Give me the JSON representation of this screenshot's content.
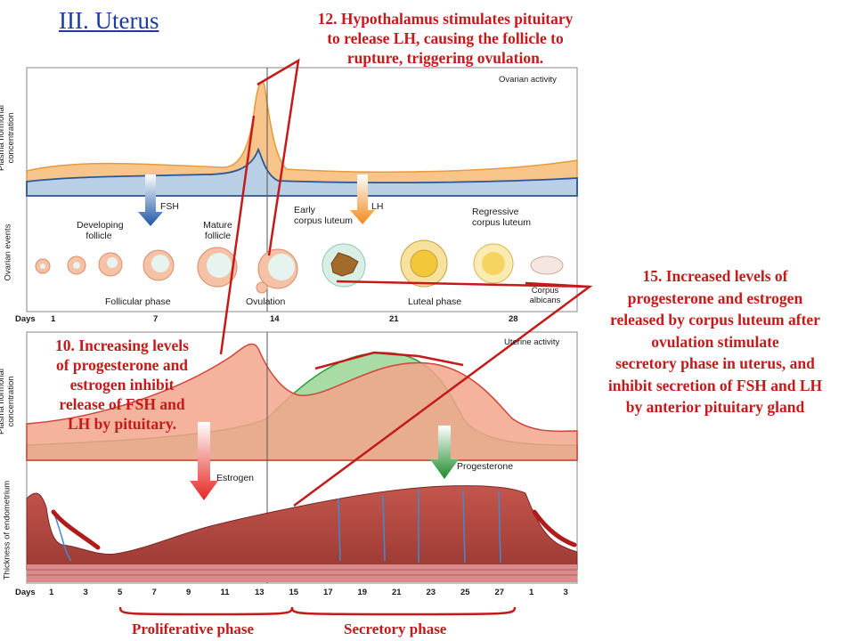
{
  "title": "III.  Uterus",
  "notes": {
    "n12": [
      "12.  Hypothalamus stimulates pituitary",
      "to release LH, causing the follicle to",
      "rupture, triggering ovulation."
    ],
    "n10": [
      "10.  Increasing levels",
      "of progesterone and",
      "estrogen inhibit",
      "release of FSH and",
      "LH by pituitary."
    ],
    "n15": [
      "15.  Increased levels of",
      "progesterone and estrogen",
      "released by corpus luteum after",
      "ovulation stimulate",
      "secretory phase in uterus, and",
      "inhibit secretion of FSH and LH",
      "by anterior pituitary gland"
    ]
  },
  "panels": {
    "ovarian_activity": "Ovarian activity",
    "uterine_activity": "Uterine activity",
    "ylabel_plasma_1": "Plasma hormonal concentration",
    "ylabel_ovarian_events": "Ovarian events",
    "ylabel_plasma_2": "Plasma hormonal concentration",
    "ylabel_thickness": "Thickness of endometrium"
  },
  "hormones": {
    "fsh": "FSH",
    "lh": "LH",
    "estrogen": "Estrogen",
    "progesterone": "Progesterone"
  },
  "ovarian_events": {
    "developing_1": "Developing",
    "developing_2": "follicle",
    "mature_1": "Mature",
    "mature_2": "follicle",
    "early_cl_1": "Early",
    "early_cl_2": "corpus luteum",
    "regressive_cl_1": "Regressive",
    "regressive_cl_2": "corpus luteum",
    "follicular_phase": "Follicular phase",
    "ovulation": "Ovulation",
    "luteal_phase": "Luteal phase",
    "corpus_albicans_1": "Corpus",
    "corpus_albicans_2": "albicans"
  },
  "days_label": "Days",
  "days_top": [
    "1",
    "7",
    "14",
    "21",
    "28"
  ],
  "days_bottom": [
    "1",
    "3",
    "5",
    "7",
    "9",
    "11",
    "13",
    "15",
    "17",
    "19",
    "21",
    "23",
    "25",
    "27",
    "1",
    "3"
  ],
  "phases": {
    "proliferative": "Proliferative phase",
    "secretory": "Secretory phase"
  },
  "colors": {
    "annotation_red": "#c41a1a",
    "title_blue": "#1f3aa8",
    "lh_orange": "#f7c48a",
    "fsh_blue": "#b9cfe6",
    "estrogen_salmon": "#f3a48c",
    "progesterone_green": "#a9dba4",
    "endometrium": "#b3463f"
  }
}
